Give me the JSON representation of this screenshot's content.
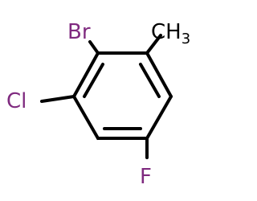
{
  "molecule": {
    "substituents": {
      "bromo": "Br",
      "methyl": "CH3",
      "chloro": "Cl",
      "fluoro": "F"
    },
    "colors": {
      "bond": "#000000",
      "halogen_br": "#7f2a7f",
      "halogen_cl": "#7f2a7f",
      "halogen_f": "#7f2a7f",
      "carbon_label": "#000000"
    }
  }
}
